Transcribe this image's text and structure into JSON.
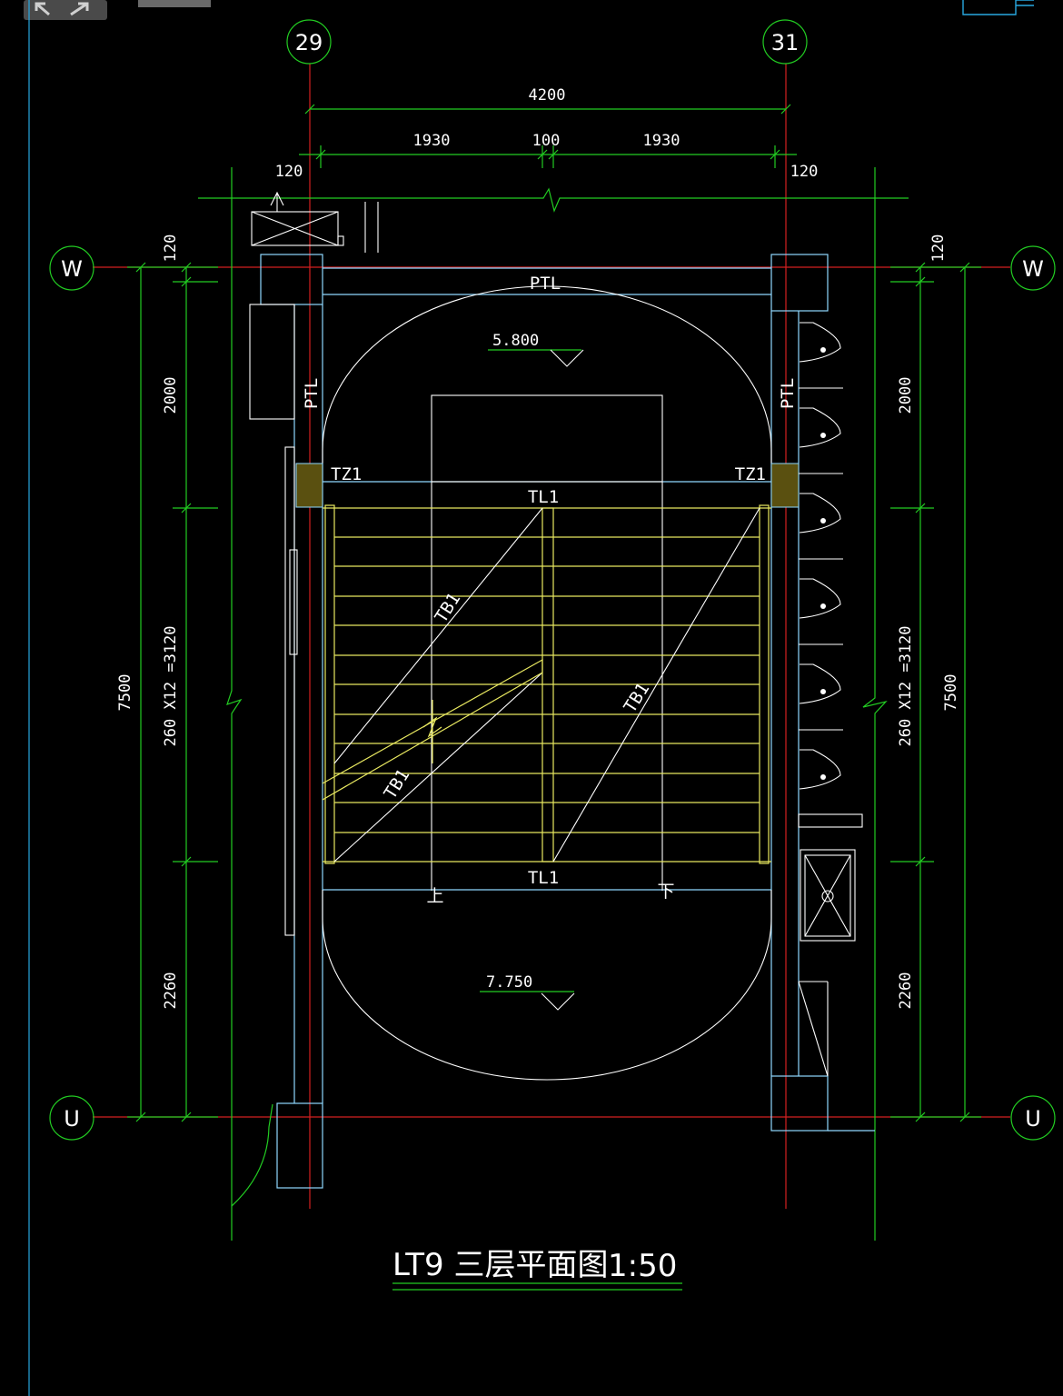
{
  "colors": {
    "background": "#000000",
    "dimension": "#22cc22",
    "axis": "#d42020",
    "wall": "#8fd8ff",
    "stair": "#e8e860",
    "outline": "#ffffff",
    "column_fill": "#5a5010",
    "cyan_edge": "#28a8e0"
  },
  "icons": {
    "zoom_extents": "zoom-extents-icon",
    "layer": "layer-icon",
    "properties": "properties-icon"
  },
  "axes": {
    "top_left": "29",
    "top_right": "31",
    "left_top": "W",
    "right_top": "W",
    "left_bottom": "U",
    "right_bottom": "U"
  },
  "dimensions": {
    "overall_width": "4200",
    "flight_left": "1930",
    "well_gap": "100",
    "flight_right": "1930",
    "offset_left": "120",
    "offset_right": "120",
    "side_top_left": "120",
    "side_top_right": "120",
    "landing_top_left": "2000",
    "landing_top_right": "2000",
    "run_left": "260 X12 =3120",
    "run_right": "260 X12 =3120",
    "landing_bottom_left": "2260",
    "landing_bottom_right": "2260",
    "overall_depth_left": "7500",
    "overall_depth_right": "7500"
  },
  "labels": {
    "ptl_top": "PTL",
    "ptl_left": "PTL",
    "ptl_right": "PTL",
    "tz1_left": "TZ1",
    "tz1_right": "TZ1",
    "tl1_top": "TL1",
    "tl1_bottom": "TL1",
    "tb1_upper": "TB1",
    "tb1_lower": "TB1",
    "tb1_right": "TB1",
    "up": "上",
    "down": "下"
  },
  "elevations": {
    "upper": "5.800",
    "lower": "7.750"
  },
  "title": {
    "text": "LT9  三层平面图",
    "scale": "1:50"
  }
}
